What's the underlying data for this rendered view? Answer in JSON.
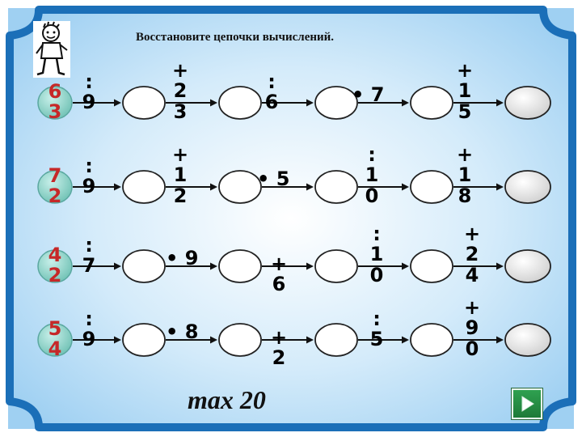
{
  "title": "Восстановите цепочки вычислений.",
  "footer_label": "max 20",
  "icons": {
    "mascot": "smiling-boy-icon",
    "next": "play-triangle-icon"
  },
  "colors": {
    "background": "#a9d5f3",
    "frame": "#1b6fb8",
    "start": "#c62828",
    "start_fill": "#86cfc4",
    "end_fill": "#dedede"
  },
  "chains": [
    {
      "start": "6\n3",
      "ops": [
        {
          "label": ":\n9"
        },
        {
          "label": "+\n2\n3"
        },
        {
          "label": ":\n6"
        },
        {
          "label": "• 7"
        },
        {
          "label": "+\n1\n5"
        }
      ]
    },
    {
      "start": "7\n2",
      "ops": [
        {
          "label": ":\n9"
        },
        {
          "label": "+\n1\n2"
        },
        {
          "label": "• 5"
        },
        {
          "label": ":\n1\n0"
        },
        {
          "label": "+\n1\n8"
        }
      ]
    },
    {
      "start": "4\n2",
      "ops": [
        {
          "label": ":\n7"
        },
        {
          "label": "• 9"
        },
        {
          "label": "+\n6"
        },
        {
          "label": ":\n1\n0"
        },
        {
          "label": "+\n2\n4"
        }
      ]
    },
    {
      "start": "5\n4",
      "ops": [
        {
          "label": ":\n9"
        },
        {
          "label": "• 8"
        },
        {
          "label": "+\n2"
        },
        {
          "label": ":\n5"
        },
        {
          "label": "+\n9\n0"
        }
      ]
    }
  ]
}
